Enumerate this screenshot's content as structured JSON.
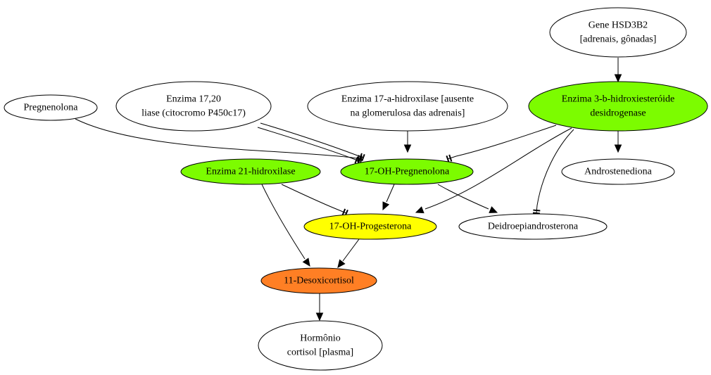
{
  "nodes": [
    {
      "id": "gene_hsd3b2",
      "name": "gene-hsd3b2-node",
      "lines": [
        "Gene HSD3B2",
        "[adrenais, gônadas]"
      ],
      "fill": "#ffffff"
    },
    {
      "id": "pregnenolona",
      "name": "pregnenolona-node",
      "lines": [
        "Pregnenolona"
      ],
      "fill": "#ffffff"
    },
    {
      "id": "enzima_1720",
      "name": "enzima-17-20-liase-node",
      "lines": [
        "Enzima 17,20",
        "liase (citocromo P450c17)"
      ],
      "fill": "#ffffff"
    },
    {
      "id": "enzima_17a",
      "name": "enzima-17a-hidroxilase-node",
      "lines": [
        "Enzima 17-a-hidroxilase [ausente",
        "na glomerulosa das adrenais]"
      ],
      "fill": "#ffffff"
    },
    {
      "id": "enzima_3b",
      "name": "enzima-3b-hidroxiesteroide-node",
      "lines": [
        "Enzima 3-b-hidroxiesteróide",
        "desidrogenase"
      ],
      "fill": "#7cfc00"
    },
    {
      "id": "enzima_21",
      "name": "enzima-21-hidroxilase-node",
      "lines": [
        "Enzima 21-hidroxilase"
      ],
      "fill": "#7cfc00"
    },
    {
      "id": "oh_preg",
      "name": "17-oh-pregnenolona-node",
      "lines": [
        "17-OH-Pregnenolona"
      ],
      "fill": "#7cfc00"
    },
    {
      "id": "androst",
      "name": "androstenediona-node",
      "lines": [
        "Androstenediona"
      ],
      "fill": "#ffffff"
    },
    {
      "id": "oh_prog",
      "name": "17-oh-progesterona-node",
      "lines": [
        "17-OH-Progesterona"
      ],
      "fill": "#ffff00"
    },
    {
      "id": "dhea",
      "name": "deidroepiandrosterona-node",
      "lines": [
        "Deidroepiandrosterona"
      ],
      "fill": "#ffffff"
    },
    {
      "id": "desoxi",
      "name": "11-desoxicortisol-node",
      "lines": [
        "11-Desoxicortisol"
      ],
      "fill": "#ff7f24"
    },
    {
      "id": "cortisol",
      "name": "hormonio-cortisol-node",
      "lines": [
        "Hormônio",
        "cortisol [plasma]"
      ],
      "fill": "#ffffff"
    }
  ],
  "edges": [
    {
      "name": "edge-gene-to-3b",
      "from": "gene_hsd3b2",
      "to": "enzima_3b",
      "head": "arrow"
    },
    {
      "name": "edge-pregnenolona-to-17oh-preg",
      "from": "pregnenolona",
      "to": "oh_preg",
      "head": "tee"
    },
    {
      "name": "edge-17-20-to-17oh-preg-a",
      "from": "enzima_1720",
      "to": "oh_preg",
      "head": "tee"
    },
    {
      "name": "edge-17-20-to-17oh-preg-b",
      "from": "enzima_1720",
      "to": "oh_preg",
      "head": "tee"
    },
    {
      "name": "edge-17a-to-17oh-preg",
      "from": "enzima_17a",
      "to": "oh_preg",
      "head": "arrow"
    },
    {
      "name": "edge-3b-to-17oh-preg",
      "from": "enzima_3b",
      "to": "oh_preg",
      "head": "tee"
    },
    {
      "name": "edge-3b-to-androstenediona",
      "from": "enzima_3b",
      "to": "androst",
      "head": "arrow"
    },
    {
      "name": "edge-3b-to-17oh-prog",
      "from": "enzima_3b",
      "to": "oh_prog",
      "head": "arrow"
    },
    {
      "name": "edge-3b-to-dhea",
      "from": "enzima_3b",
      "to": "dhea",
      "head": "tee"
    },
    {
      "name": "edge-21-to-17oh-prog",
      "from": "enzima_21",
      "to": "oh_prog",
      "head": "tee"
    },
    {
      "name": "edge-21-to-11-desoxicortisol",
      "from": "enzima_21",
      "to": "desoxi",
      "head": "arrow"
    },
    {
      "name": "edge-17oh-preg-to-17oh-prog",
      "from": "oh_preg",
      "to": "oh_prog",
      "head": "arrow"
    },
    {
      "name": "edge-17oh-preg-to-dhea",
      "from": "oh_preg",
      "to": "dhea",
      "head": "arrow"
    },
    {
      "name": "edge-17oh-prog-to-11-desoxicortisol",
      "from": "oh_prog",
      "to": "desoxi",
      "head": "arrow"
    },
    {
      "name": "edge-11-desoxicortisol-to-cortisol",
      "from": "desoxi",
      "to": "cortisol",
      "head": "arrow"
    }
  ]
}
